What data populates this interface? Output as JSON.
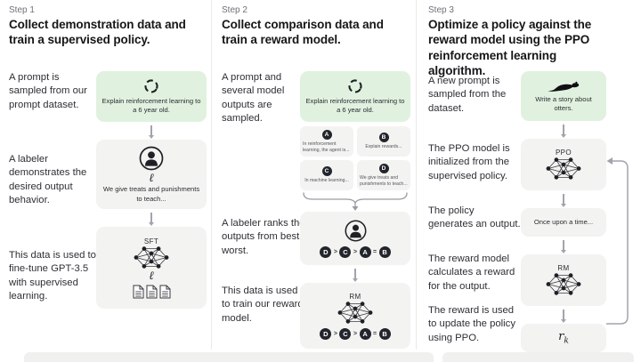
{
  "colors": {
    "green_bg": "#e0f2df",
    "box_bg": "#f3f3f1",
    "ink": "#161618",
    "muted_label": "#6f6f7a",
    "arrow": "#a3a3ab",
    "badge_bg": "#23252d"
  },
  "icons": {
    "pencil": "ℓ"
  },
  "step1": {
    "label": "Step 1",
    "title": "Collect demonstration data and train a supervised policy.",
    "caption_prompt": "A prompt is sampled from our prompt dataset.",
    "prompt": "Explain reinforcement learning to a 6 year old.",
    "caption_labeler": "A labeler demonstrates the desired output behavior.",
    "demonstration": "We give treats and punishments to teach...",
    "caption_finetune": "This data is used to fine-tune GPT-3.5 with supervised learning.",
    "model_label": "SFT"
  },
  "step2": {
    "label": "Step 2",
    "title": "Collect comparison data and train a reward model.",
    "caption_prompt": "A prompt and several model outputs are sampled.",
    "prompt": "Explain reinforcement learning to a 6 year old.",
    "outputs": [
      {
        "letter": "A",
        "text": "In reinforcement learning, the agent is..."
      },
      {
        "letter": "B",
        "text": "Explain rewards..."
      },
      {
        "letter": "C",
        "text": "In machine learning..."
      },
      {
        "letter": "D",
        "text": "We give treats and punishments to teach..."
      }
    ],
    "caption_rank": "A labeler ranks the outputs from best to worst.",
    "ranking": {
      "letters": [
        "D",
        "C",
        "A",
        "B"
      ],
      "separators": [
        ">",
        ">",
        "="
      ]
    },
    "caption_train": "This data is used to train our reward model.",
    "model_label": "RM"
  },
  "step3": {
    "label": "Step 3",
    "title": "Optimize a policy against the reward model using the PPO reinforcement learning algorithm.",
    "caption_prompt": "A new prompt is sampled from the dataset.",
    "prompt": "Write a story about otters.",
    "caption_init": "The PPO model is initialized from the supervised policy.",
    "ppo_label": "PPO",
    "caption_output": "The policy generates an output.",
    "output_text": "Once upon a time...",
    "caption_reward": "The reward model calculates a reward for the output.",
    "rm_label": "RM",
    "caption_update": "The reward is used to update the policy using PPO.",
    "reward_symbol": "r",
    "reward_subscript": "k"
  }
}
